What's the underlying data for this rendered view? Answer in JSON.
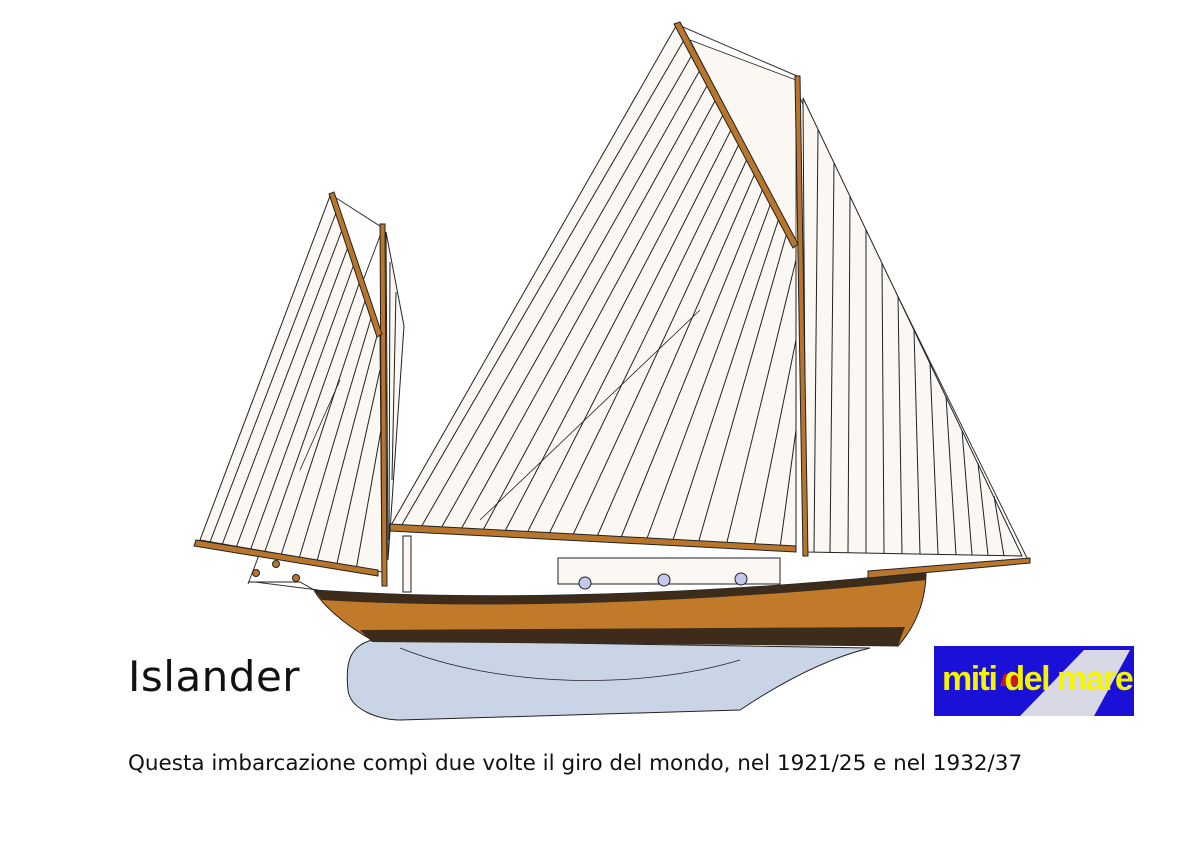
{
  "title": "Islander",
  "caption": "Questa imbarcazione compì due volte il giro del mondo, nel 1921/25 e nel 1932/37",
  "logo": {
    "text": "miti del mare",
    "background_color": "#1a10d8",
    "text_color": "#f5f500"
  },
  "colors": {
    "sail": "#fbf7f3",
    "spar": "#b8762c",
    "hull": "#c07a2a",
    "hull_stripe": "#3d2c1c",
    "keel": "#c9d4e6",
    "porthole": "#c4c8ec"
  }
}
